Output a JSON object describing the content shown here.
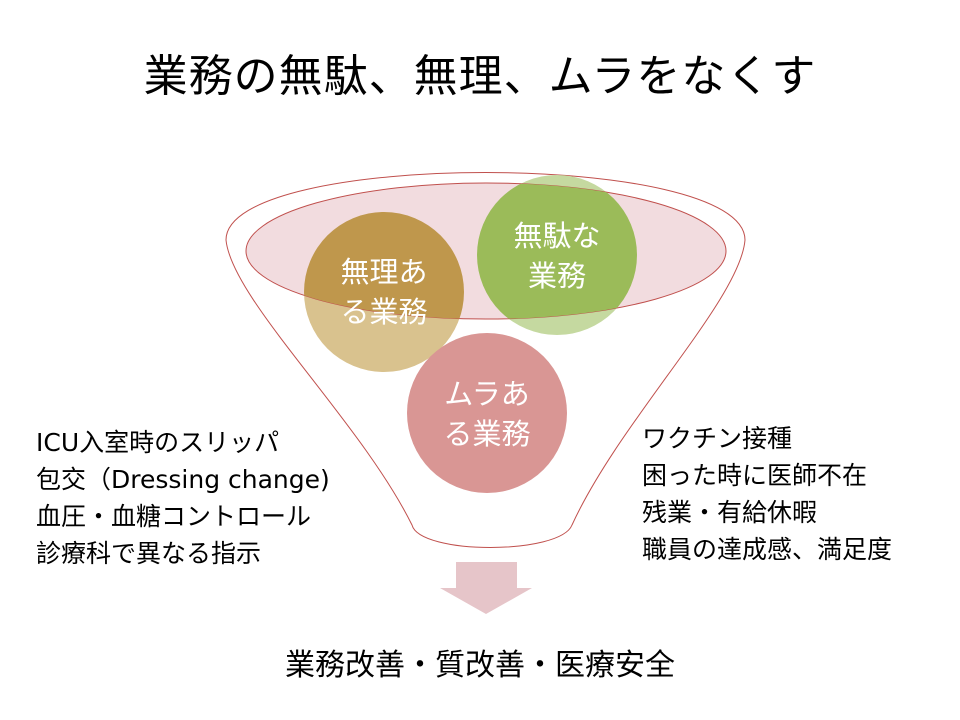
{
  "title": "業務の無駄、無理、ムラをなくす",
  "circles": {
    "muri": [
      "無理あ",
      "る業務"
    ],
    "muda": [
      "無駄な",
      "業務"
    ],
    "mura": [
      "ムラあ",
      "る業務"
    ]
  },
  "left_list": [
    "ICU入室時のスリッパ",
    "包交（Dressing change)",
    "血圧・血糖コントロール",
    "診療科で異なる指示"
  ],
  "right_list": [
    "ワクチン接種",
    "困った時に医師不在",
    "残業・有給休暇",
    "職員の達成感、満足度"
  ],
  "outcome": "業務改善・質改善・医療安全",
  "colors": {
    "muri": "#c0964a",
    "muda": "#9bbb59",
    "mura": "#d99694",
    "funnel": "#c0504d",
    "arrow": "#e6c5c9"
  }
}
